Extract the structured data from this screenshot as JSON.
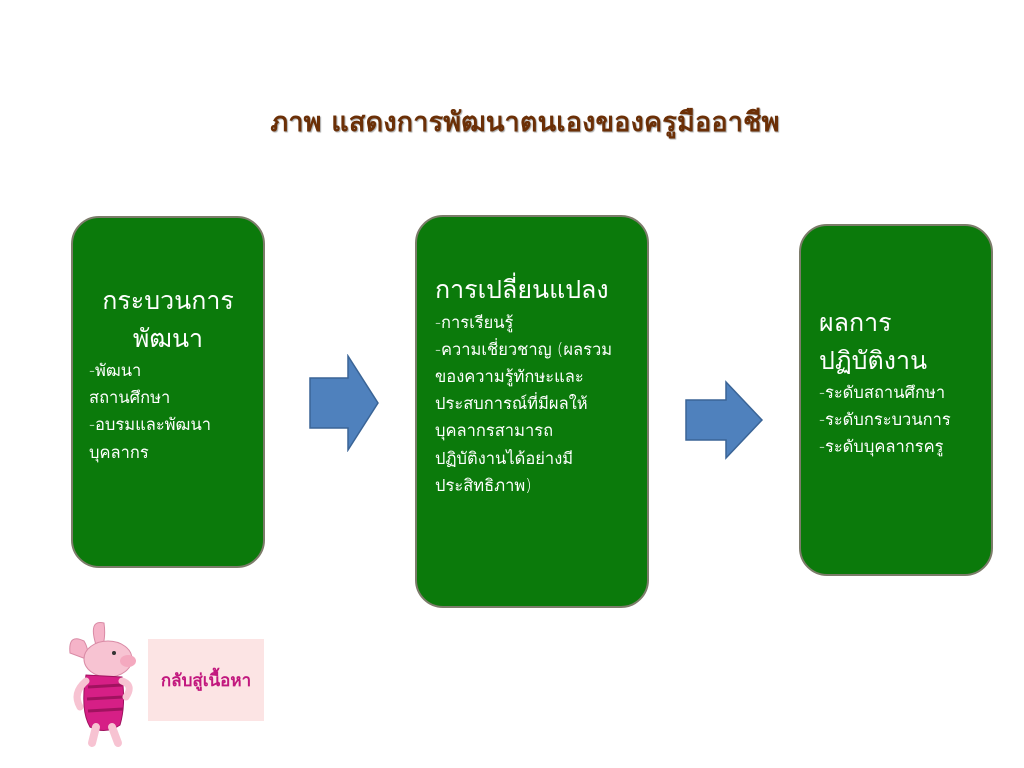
{
  "title": "ภาพ แสดงการพัฒนาตนเองของครูมืออาชีพ",
  "boxes": [
    {
      "heading_lines": [
        "กระบวนการ",
        "พัฒนา"
      ],
      "items": [
        "-พัฒนา",
        "สถานศึกษา",
        "-อบรมและพัฒนา",
        "บุคลากร"
      ]
    },
    {
      "heading_lines": [
        "การเปลี่ยนแปลง"
      ],
      "items": [
        "-การเรียนรู้",
        "-ความเชี่ยวชาญ  (ผลรวม",
        "ของความรู้ทักษะและ",
        "ประสบการณ์ที่มีผลให้",
        "บุคลากรสามารถ",
        "ปฏิบัติงานได้อย่างมี",
        "ประสิทธิภาพ)"
      ]
    },
    {
      "heading_lines": [
        "ผลการ",
        "ปฏิบัติงาน"
      ],
      "items": [
        "-ระดับสถานศึกษา",
        "-ระดับกระบวนการ",
        "-ระดับบุคลากรครู"
      ]
    }
  ],
  "nav": {
    "back_label": "กลับสู่เนื้อหา"
  },
  "icons": {
    "arrow": "right-arrow-icon",
    "mascot": "piglet-character-icon"
  },
  "colors": {
    "title": "#6b2f06",
    "box_fill": "#0b7a0b",
    "box_border": "#7c7c6a",
    "arrow_fill": "#4f81bd",
    "arrow_stroke": "#3a6496",
    "nav_bg": "#fce4e4",
    "nav_text": "#c2187e"
  }
}
